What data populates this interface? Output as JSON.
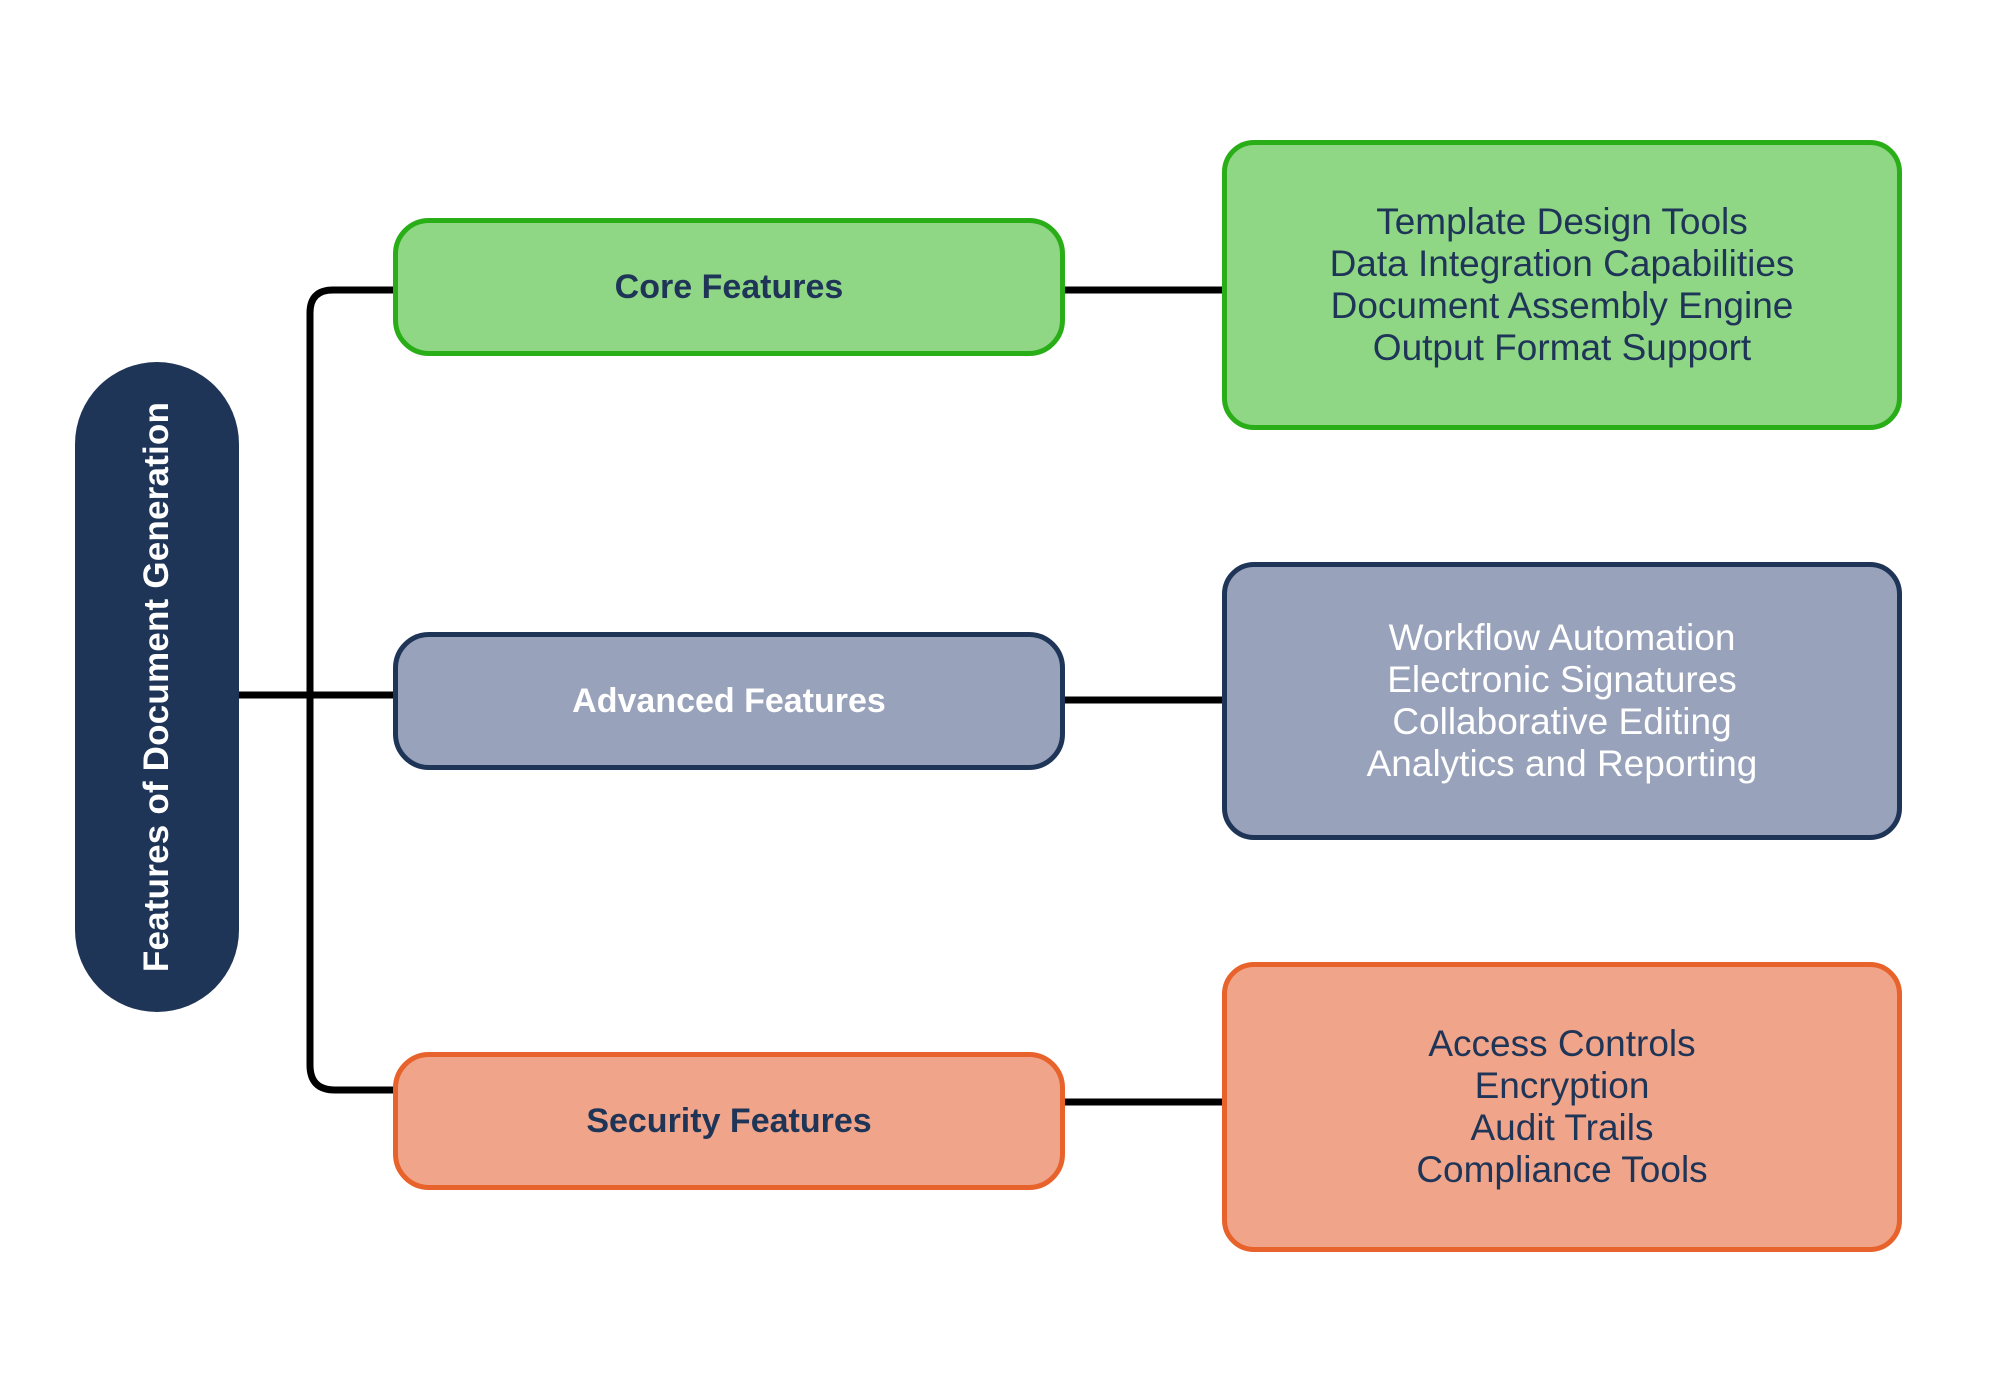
{
  "diagram": {
    "title": "Features of Document Generation",
    "type": "mind-map",
    "root": {
      "label": "Features of Document Generation",
      "fill": "#1F3557",
      "text_color": "#ffffff"
    },
    "branches": [
      {
        "id": "core",
        "label": "Core Features",
        "fill": "#8FD685",
        "border": "#2AAE18",
        "text_color": "#1F3557",
        "leaves": [
          "Template Design Tools",
          "Data Integration Capabilities",
          "Document Assembly Engine",
          "Output Format Support"
        ]
      },
      {
        "id": "advanced",
        "label": "Advanced Features",
        "fill": "#98A2BA",
        "border": "#1F3557",
        "text_color": "#ffffff",
        "leaves": [
          "Workflow Automation",
          "Electronic Signatures",
          "Collaborative Editing",
          "Analytics and Reporting"
        ]
      },
      {
        "id": "security",
        "label": "Security Features",
        "fill": "#F0A48A",
        "border": "#E8622B",
        "text_color": "#1F3557",
        "leaves": [
          "Access Controls",
          "Encryption",
          "Audit Trails",
          "Compliance Tools"
        ]
      }
    ],
    "connector_color": "#000000"
  }
}
